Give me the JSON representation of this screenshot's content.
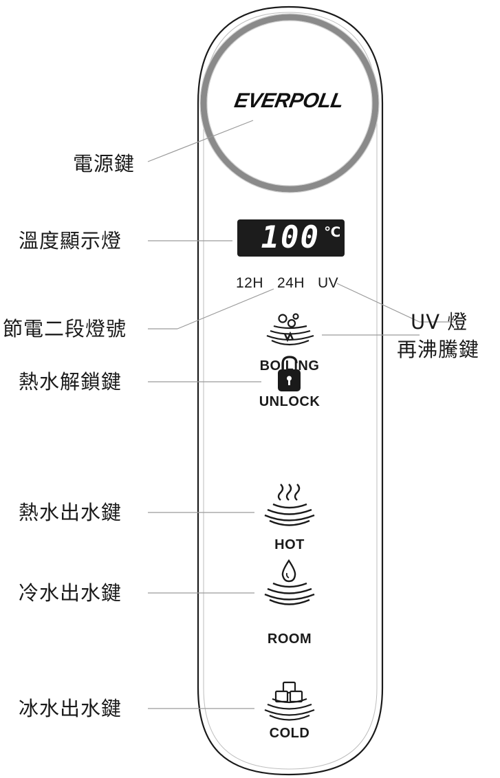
{
  "panel": {
    "brand": "EVERPOLL",
    "display": {
      "value": "100",
      "unit": "℃"
    },
    "modes": [
      "12H",
      "24H",
      "UV"
    ]
  },
  "buttons": [
    {
      "label": "BOILING",
      "icon": "boiling-icon"
    },
    {
      "label": "UNLOCK",
      "icon": "unlock-icon"
    },
    {
      "label": "HOT",
      "icon": "hot-water-icon"
    },
    {
      "label": "ROOM",
      "icon": "room-water-icon"
    },
    {
      "label": "COLD",
      "icon": "cold-water-icon"
    }
  ],
  "callouts": {
    "power": "電源鍵",
    "temp_display": "溫度顯示燈",
    "energy_saving": "節電二段燈號",
    "uv_light": "UV 燈",
    "reboil": "再沸騰鍵",
    "hot_unlock": "熱水解鎖鍵",
    "hot_out": "熱水出水鍵",
    "room_out": "冷水出水鍵",
    "cold_out": "冰水出水鍵"
  },
  "colors": {
    "ring": "#8a8a8a",
    "outline": "#1a1a1a",
    "leader": "#9a9a9a",
    "lcd_bg": "#1c1c1c"
  }
}
